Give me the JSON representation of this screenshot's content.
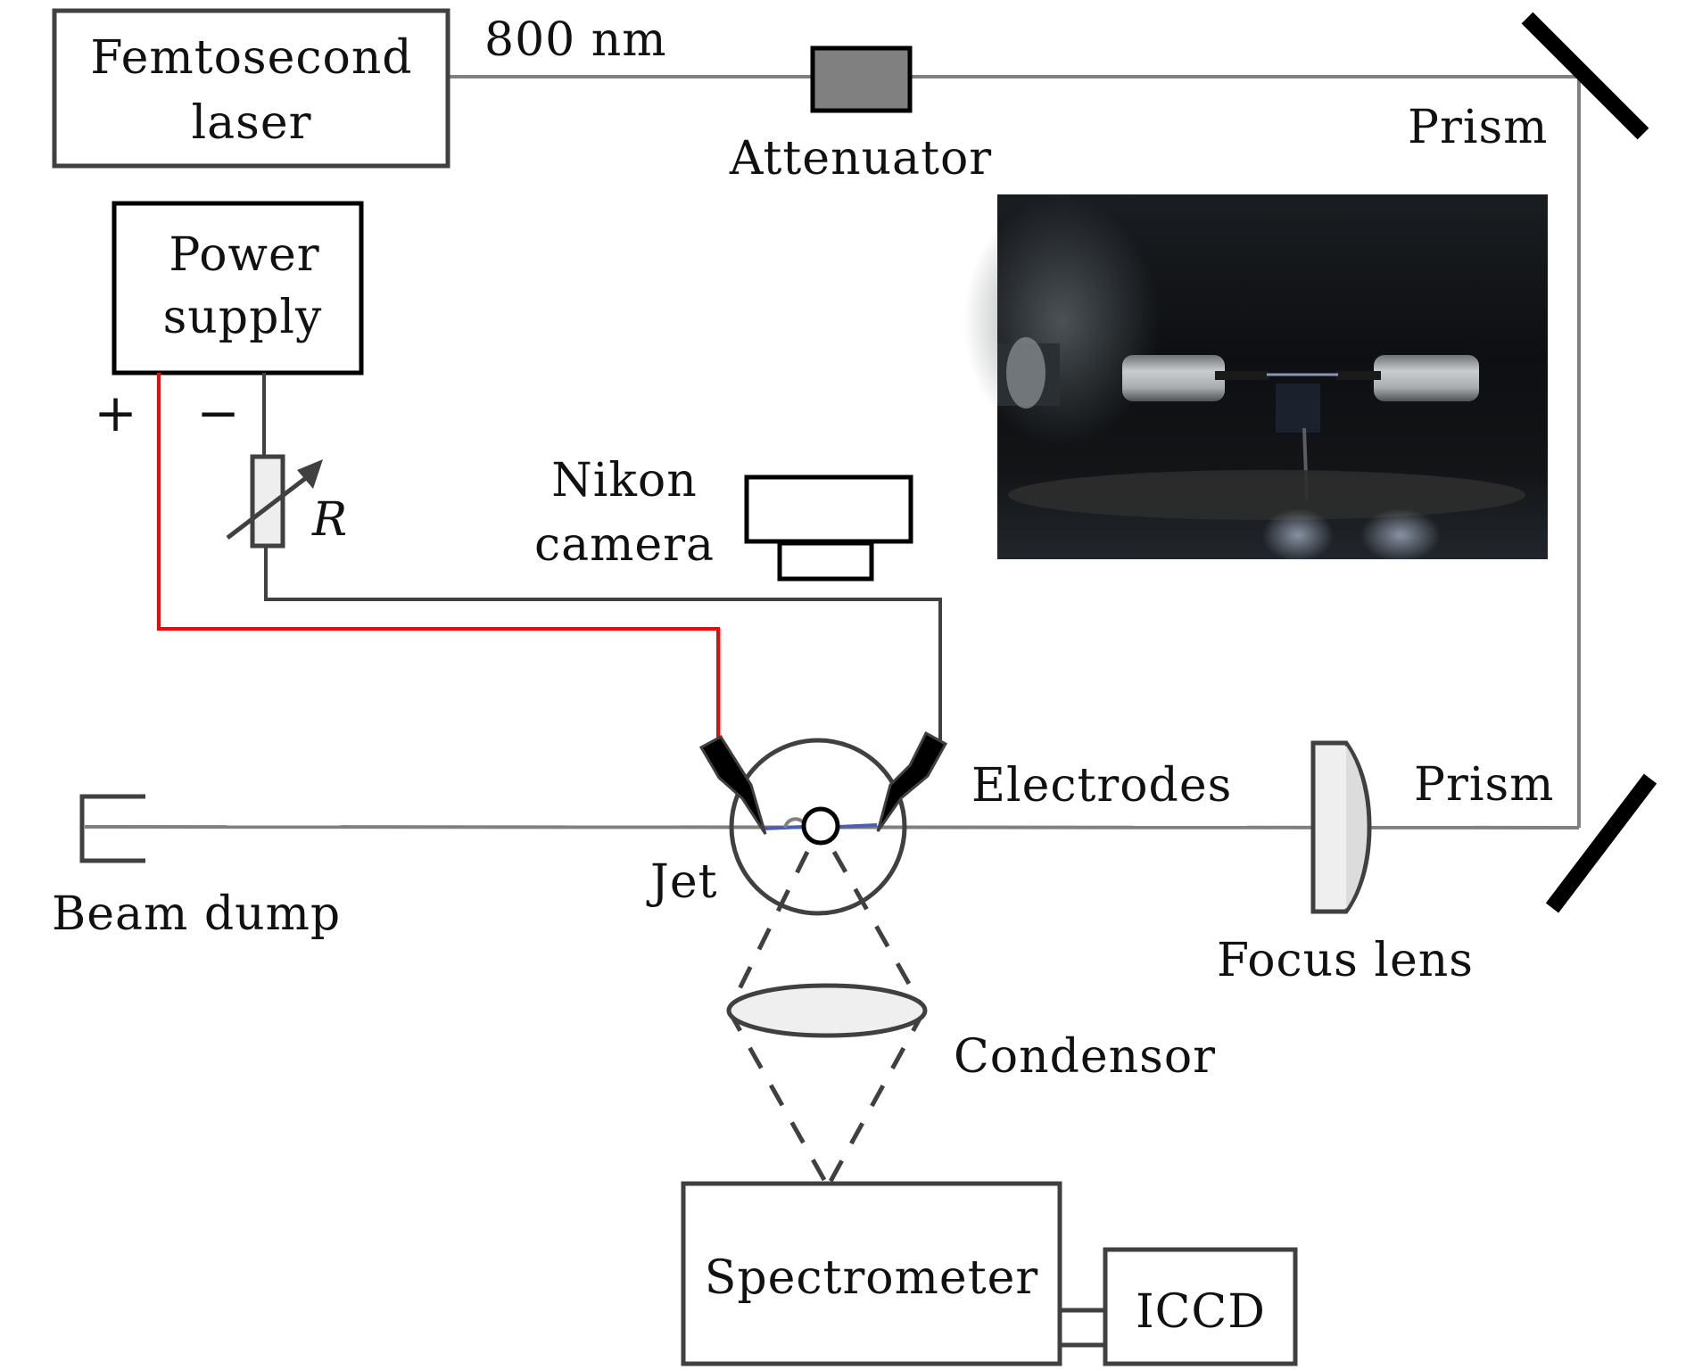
{
  "figure": {
    "type": "experimental-setup-schematic",
    "colors": {
      "beam": "#808080",
      "wire_positive": "#ff0000",
      "wire_negative": "#404040",
      "electrode_gap": "#4a5fb0",
      "mirror": "#000000",
      "attenuator_fill": "#808080",
      "lens_fill": "#efefef"
    }
  },
  "labels": {
    "laser_line1": "Femtosecond",
    "laser_line2": "laser",
    "wavelength": "800 nm",
    "attenuator": "Attenuator",
    "prism_top": "Prism",
    "power_line1": "Power",
    "power_line2": "supply",
    "plus": "+",
    "minus": "−",
    "resistor": "R",
    "camera_line1": "Nikon",
    "camera_line2": "camera",
    "electrodes": "Electrodes",
    "prism_bottom": "Prism",
    "jet": "Jet",
    "beam_dump": "Beam dump",
    "focus_lens": "Focus lens",
    "condensor": "Condensor",
    "spectrometer": "Spectrometer",
    "iccd": "ICCD"
  },
  "components": [
    {
      "id": "femtosecond-laser",
      "label": "Femtosecond laser"
    },
    {
      "id": "attenuator",
      "label": "Attenuator"
    },
    {
      "id": "prism-top",
      "label": "Prism"
    },
    {
      "id": "prism-bottom",
      "label": "Prism"
    },
    {
      "id": "focus-lens",
      "label": "Focus lens"
    },
    {
      "id": "electrodes",
      "label": "Electrodes"
    },
    {
      "id": "jet",
      "label": "Jet"
    },
    {
      "id": "beam-dump",
      "label": "Beam dump"
    },
    {
      "id": "power-supply",
      "label": "Power supply"
    },
    {
      "id": "variable-resistor",
      "label": "R"
    },
    {
      "id": "nikon-camera",
      "label": "Nikon camera"
    },
    {
      "id": "condensor",
      "label": "Condensor"
    },
    {
      "id": "spectrometer",
      "label": "Spectrometer"
    },
    {
      "id": "iccd",
      "label": "ICCD"
    },
    {
      "id": "photo-inset",
      "label": "photograph of electrodes and jet"
    }
  ]
}
